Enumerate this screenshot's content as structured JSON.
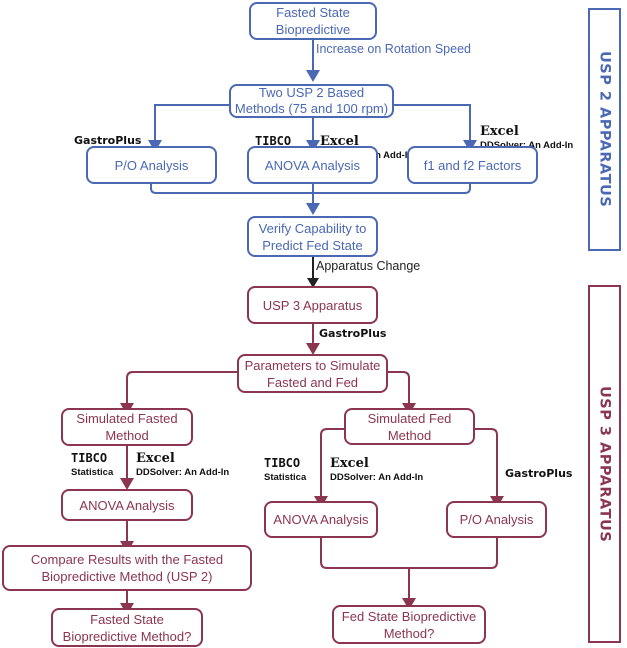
{
  "colors": {
    "usp2": "#4a68b4",
    "usp3": "#8c3550",
    "neutral": "#222222"
  },
  "sections": {
    "usp2": {
      "label": "USP 2 APPARATUS"
    },
    "usp3": {
      "label": "USP 3 APPARATUS"
    }
  },
  "nodes": {
    "fasted_bio": "Fasted State Biopredictive",
    "two_usp2": "Two USP 2 Based Methods (75 and 100 rpm)",
    "po_analysis_1": "P/O Analysis",
    "anova_1": "ANOVA Analysis",
    "f1f2": "f1 and f2 Factors",
    "verify": "Verify Capability to Predict Fed State",
    "usp3_app": "USP 3 Apparatus",
    "params": "Parameters to Simulate Fasted and Fed",
    "sim_fasted": "Simulated Fasted Method",
    "sim_fed": "Simulated Fed Method",
    "anova_2": "ANOVA Analysis",
    "anova_3": "ANOVA Analysis",
    "po_analysis_2": "P/O Analysis",
    "compare": "Compare Results with the Fasted Biopredictive Method (USP 2)",
    "fasted_q": "Fasted State Biopredictive Method?",
    "fed_q": "Fed State Biopredictive Method?"
  },
  "edge_labels": {
    "rotation": "Increase on Rotation Speed",
    "apparatus_change": "Apparatus Change"
  },
  "tools": {
    "gastroplus": "GastroPlus",
    "tibco": "TIBCO",
    "statistica": "Statistica",
    "excel": "Excel",
    "ddsolver": "DDSolver: An Add-In"
  }
}
